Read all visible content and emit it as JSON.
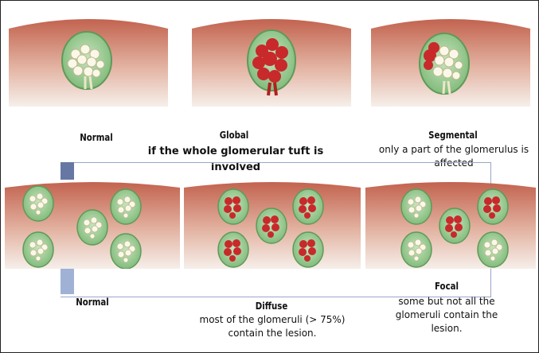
{
  "top_row": {
    "normal": {
      "title": "Normal"
    },
    "global": {
      "title": "Global",
      "desc": "if the whole glomerular tuft is involved"
    },
    "segmental": {
      "title": "Segmental",
      "desc": "only a part of the glomerulus is affected"
    }
  },
  "bottom_row": {
    "normal": {
      "title": "Normal"
    },
    "diffuse": {
      "title": "Diffuse",
      "desc": "most of the glomeruli (> 75%) contain the lesion."
    },
    "focal": {
      "title": "Focal",
      "desc": "some but not all the glomeruli contain the lesion."
    }
  },
  "colors": {
    "cortex_top": "#c2634f",
    "cortex_bottom": "#f4ece6",
    "capsule": "#8fc489",
    "tuft": "#f7f4e6",
    "lesion": "#c8292b",
    "marker": "#6677a3"
  }
}
